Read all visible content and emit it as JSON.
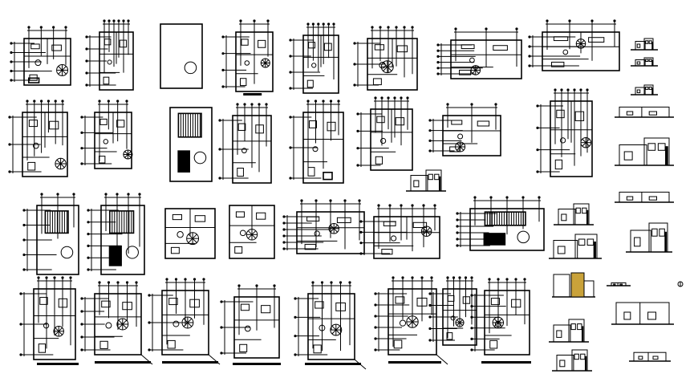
{
  "sheet": {
    "title": "",
    "background": "#ffffff",
    "ink": "#000000",
    "accent": "#c9a23a"
  },
  "drawings": {
    "plans_row1": [
      "plan",
      "plan",
      "roof-plan",
      "plan",
      "plan",
      "plan",
      "plan-wide",
      "plan-wide"
    ],
    "plans_row2": [
      "plan",
      "plan",
      "roof-plan",
      "plan",
      "plan",
      "plan",
      "plan-wide",
      "plan"
    ],
    "plans_row3": [
      "roof-plan",
      "roof-plan",
      "plan",
      "plan",
      "plan-wide",
      "plan-wide",
      "roof-plan-wide"
    ],
    "plans_row4": [
      "plan",
      "site-plan",
      "site-plan",
      "site-plan",
      "site-plan",
      "site-plan",
      "site-plan",
      "plan"
    ],
    "elevations": [
      "elevation",
      "elevation",
      "section",
      "elevation",
      "elevation",
      "elevation",
      "section",
      "elevation",
      "elevation",
      "section",
      "elevation"
    ]
  }
}
